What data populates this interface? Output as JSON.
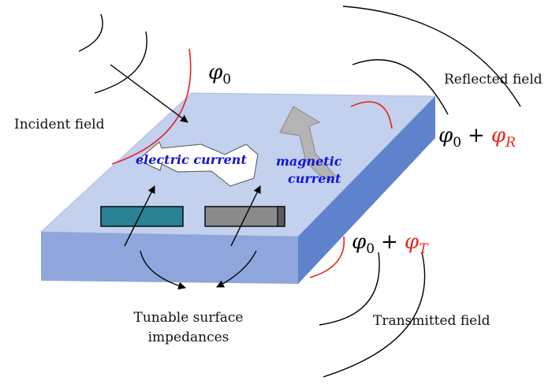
{
  "labels": {
    "incident": "Incident field",
    "reflected": "Reflected field",
    "transmitted": "Transmitted field",
    "tunable_line1": "Tunable surface",
    "tunable_line2": "impedances",
    "electric_current": "electric current",
    "magnetic_line1": "magnetic",
    "magnetic_line2": "current"
  },
  "phases": {
    "phi": "φ",
    "zero": "0",
    "plus": "+",
    "R": "R",
    "T": "T"
  },
  "colors": {
    "slab_top": "#c3d0ee",
    "slab_front": "#8ea6dc",
    "slab_side": "#5f82cc",
    "wavefront_red": "#e8231e",
    "current_blue": "#1414d8",
    "impedance_teal": "#2a8294",
    "impedance_gray": "#8a8a8a"
  }
}
